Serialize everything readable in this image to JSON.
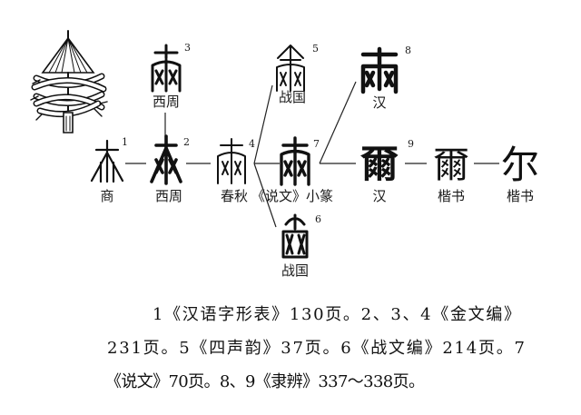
{
  "illustration": {
    "icon": "silk-reel-icon"
  },
  "glyphs": {
    "g1": {
      "number": "1",
      "label": "商"
    },
    "g2": {
      "number": "2",
      "label": "西周"
    },
    "g3": {
      "number": "3",
      "label": "西周"
    },
    "g4": {
      "number": "4",
      "label": "春秋"
    },
    "g5": {
      "number": "5",
      "label": "战国"
    },
    "g6": {
      "number": "6",
      "label": "战国"
    },
    "g7": {
      "number": "7",
      "label": "《说文》小篆"
    },
    "g8": {
      "number": "8",
      "label": "汉"
    },
    "g9": {
      "number": "9",
      "label": "汉",
      "char": "爾"
    },
    "k1": {
      "label": "楷书",
      "char": "爾"
    },
    "k2": {
      "label": "楷书",
      "char": "尔"
    }
  },
  "caption": {
    "line1": "1《汉语字形表》130页。2、3、4《金文编》",
    "line2": "231页。5《四声韵》37页。6《战文编》214页。7",
    "line3": "《说文》70页。8、9《隶辨》337～338页。"
  }
}
